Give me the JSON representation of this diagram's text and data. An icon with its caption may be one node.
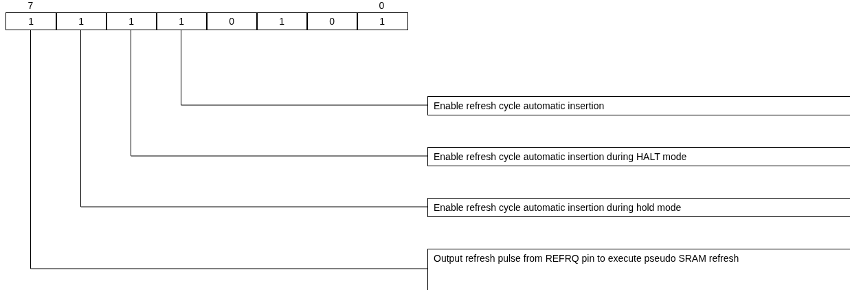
{
  "diagram": {
    "nodes": [
      {
        "text": [
          "1"
        ]
      },
      {
        "text": [
          "1"
        ]
      },
      {
        "text": [
          "1"
        ]
      },
      {
        "text": [
          "1"
        ]
      },
      {
        "text": [
          "0"
        ]
      },
      {
        "text": [
          "1"
        ]
      },
      {
        "text": [
          "0"
        ]
      },
      {
        "text": [
          "1"
        ]
      },
      {
        "text": [
          "Enable refresh cycle automatic insertion"
        ]
      },
      {
        "text": [
          "Enable refresh cycle automatic insertion during HALT mode"
        ]
      },
      {
        "text": [
          "Enable refresh cycle automatic insertion during hold mode"
        ]
      },
      {
        "text": [
          "Output refresh pulse from REFRQ pin to execute pseudo SRAM refresh"
        ]
      }
    ],
    "edges": [
      {
        "from": 3,
        "to": 8,
        "arrow": "none"
      },
      {
        "from": 2,
        "to": 9,
        "arrow": "none"
      },
      {
        "from": 1,
        "to": 10,
        "arrow": "none"
      },
      {
        "from": 0,
        "to": 11,
        "arrow": "none"
      }
    ],
    "labels": [
      "7",
      "0"
    ]
  }
}
